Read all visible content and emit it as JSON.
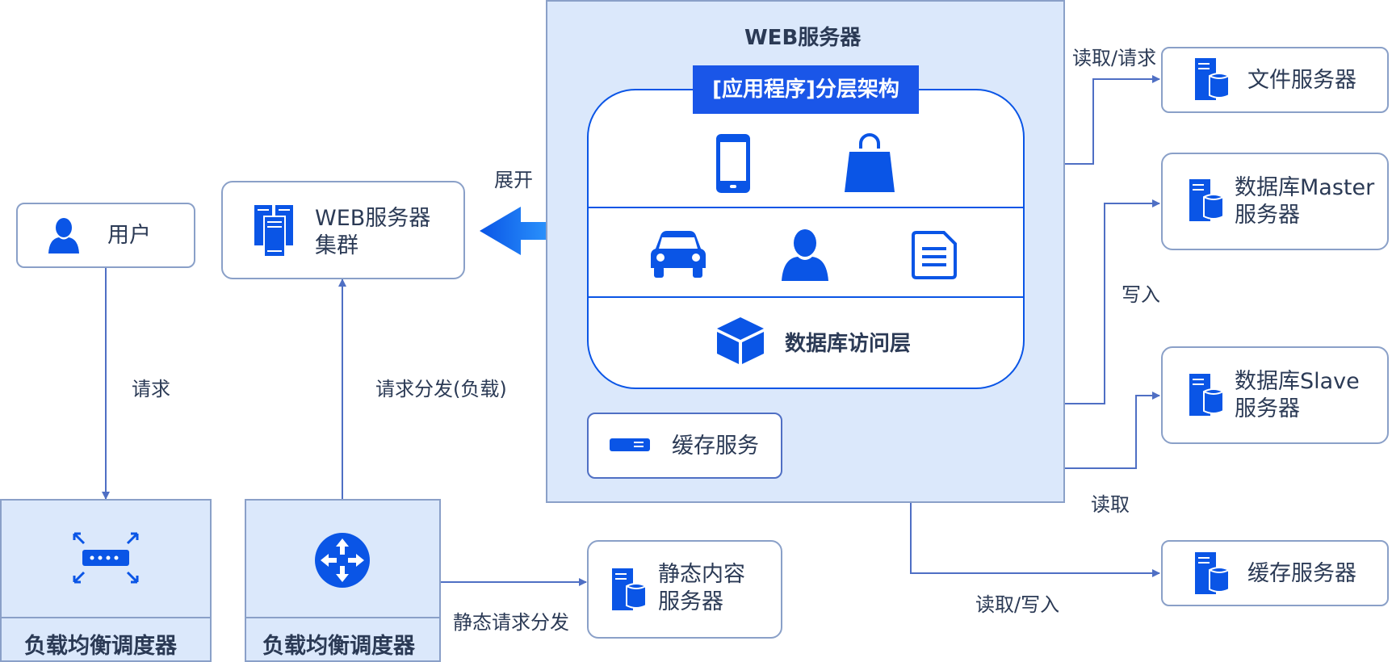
{
  "web_server": {
    "title": "WEB服务器",
    "app_layer_title": "[应用程序]分层架构",
    "db_access_label": "数据库访问层",
    "cache_service_label": "缓存服务"
  },
  "nodes": {
    "user": "用户",
    "web_cluster_line1": "WEB服务器",
    "web_cluster_line2": "集群",
    "lb1": "负载均衡调度器",
    "lb2": "负载均衡调度器",
    "static_line1": "静态内容",
    "static_line2": "服务器",
    "file_server": "文件服务器",
    "db_master_line1": "数据库Master",
    "db_master_line2": "服务器",
    "db_slave_line1": "数据库Slave",
    "db_slave_line2": "服务器",
    "cache_server": "缓存服务器"
  },
  "edges": {
    "request": "请求",
    "dispatch": "请求分发(负载)",
    "expand": "展开",
    "static_dispatch": "静态请求分发",
    "read_request": "读取/请求",
    "write": "写入",
    "read": "读取",
    "read_write": "读取/写入"
  },
  "colors": {
    "accent": "#0a55e6",
    "panel_fill": "#dbe8fb",
    "border": "#8aa0c8",
    "line": "#7a93c4",
    "text": "#2b3a55"
  },
  "icons": [
    "user-icon",
    "server-cluster-icon",
    "network-switch-icon",
    "router-icon",
    "server-db-icon",
    "mobile-icon",
    "shopping-bag-icon",
    "car-icon",
    "person-icon",
    "document-icon",
    "cube-icon",
    "rack-server-icon",
    "expand-arrow-icon"
  ]
}
